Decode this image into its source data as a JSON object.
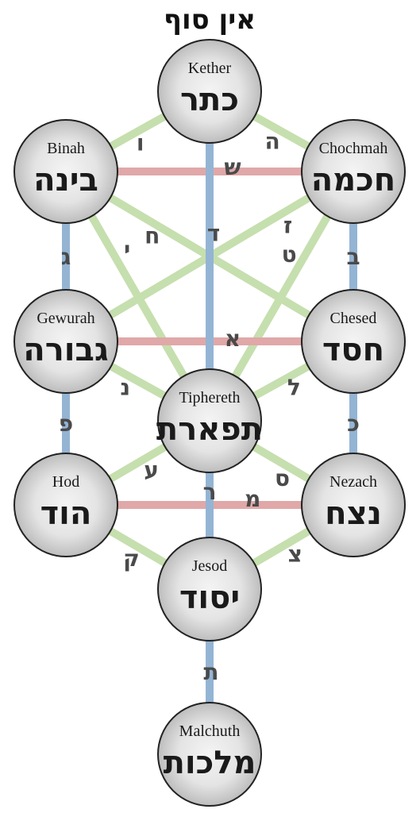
{
  "title": "אין סוף",
  "colors": {
    "vertical_path": "#94b4d4",
    "horizontal_path": "#e0a8a8",
    "diagonal_path": "#c6dfae",
    "sphere_light": "#f4f4f4",
    "sphere_dark": "#bdbdbd",
    "sphere_stroke": "#222222"
  },
  "sefirot": [
    {
      "id": "kether",
      "en": "Kether",
      "he": "כתר"
    },
    {
      "id": "binah",
      "en": "Binah",
      "he": "בינה"
    },
    {
      "id": "chochmah",
      "en": "Chochmah",
      "he": "חכמה"
    },
    {
      "id": "gewurah",
      "en": "Gewurah",
      "he": "גבורה"
    },
    {
      "id": "chesed",
      "en": "Chesed",
      "he": "חסד"
    },
    {
      "id": "tiphereth",
      "en": "Tiphereth",
      "he": "תפארת"
    },
    {
      "id": "hod",
      "en": "Hod",
      "he": "הוד"
    },
    {
      "id": "nezach",
      "en": "Nezach",
      "he": "נצח"
    },
    {
      "id": "jesod",
      "en": "Jesod",
      "he": "יסוד"
    },
    {
      "id": "malchuth",
      "en": "Malchuth",
      "he": "מלכות"
    }
  ],
  "paths": [
    {
      "from": "kether",
      "to": "tiphereth",
      "kind": "vertical",
      "letter": "ד"
    },
    {
      "from": "tiphereth",
      "to": "jesod",
      "kind": "vertical",
      "letter": "ר"
    },
    {
      "from": "jesod",
      "to": "malchuth",
      "kind": "vertical",
      "letter": "ת"
    },
    {
      "from": "binah",
      "to": "gewurah",
      "kind": "vertical",
      "letter": "ג"
    },
    {
      "from": "gewurah",
      "to": "hod",
      "kind": "vertical",
      "letter": "פ"
    },
    {
      "from": "chochmah",
      "to": "chesed",
      "kind": "vertical",
      "letter": "ב"
    },
    {
      "from": "chesed",
      "to": "nezach",
      "kind": "vertical",
      "letter": "כ"
    },
    {
      "from": "binah",
      "to": "chochmah",
      "kind": "horizontal",
      "letter": "ש"
    },
    {
      "from": "gewurah",
      "to": "chesed",
      "kind": "horizontal",
      "letter": "א"
    },
    {
      "from": "hod",
      "to": "nezach",
      "kind": "horizontal",
      "letter": "מ"
    },
    {
      "from": "kether",
      "to": "binah",
      "kind": "diagonal",
      "letter": "ו"
    },
    {
      "from": "kether",
      "to": "chochmah",
      "kind": "diagonal",
      "letter": "ה"
    },
    {
      "from": "binah",
      "to": "chesed",
      "kind": "diagonal",
      "letter": "ח"
    },
    {
      "from": "binah",
      "to": "tiphereth",
      "kind": "diagonal",
      "letter": "י"
    },
    {
      "from": "chochmah",
      "to": "gewurah",
      "kind": "diagonal",
      "letter": "ז"
    },
    {
      "from": "chochmah",
      "to": "tiphereth",
      "kind": "diagonal",
      "letter": "ט"
    },
    {
      "from": "gewurah",
      "to": "tiphereth",
      "kind": "diagonal",
      "letter": "נ"
    },
    {
      "from": "chesed",
      "to": "tiphereth",
      "kind": "diagonal",
      "letter": "ל"
    },
    {
      "from": "tiphereth",
      "to": "hod",
      "kind": "diagonal",
      "letter": "ע"
    },
    {
      "from": "tiphereth",
      "to": "nezach",
      "kind": "diagonal",
      "letter": "ס"
    },
    {
      "from": "hod",
      "to": "jesod",
      "kind": "diagonal",
      "letter": "ק"
    },
    {
      "from": "nezach",
      "to": "jesod",
      "kind": "diagonal",
      "letter": "צ"
    }
  ]
}
